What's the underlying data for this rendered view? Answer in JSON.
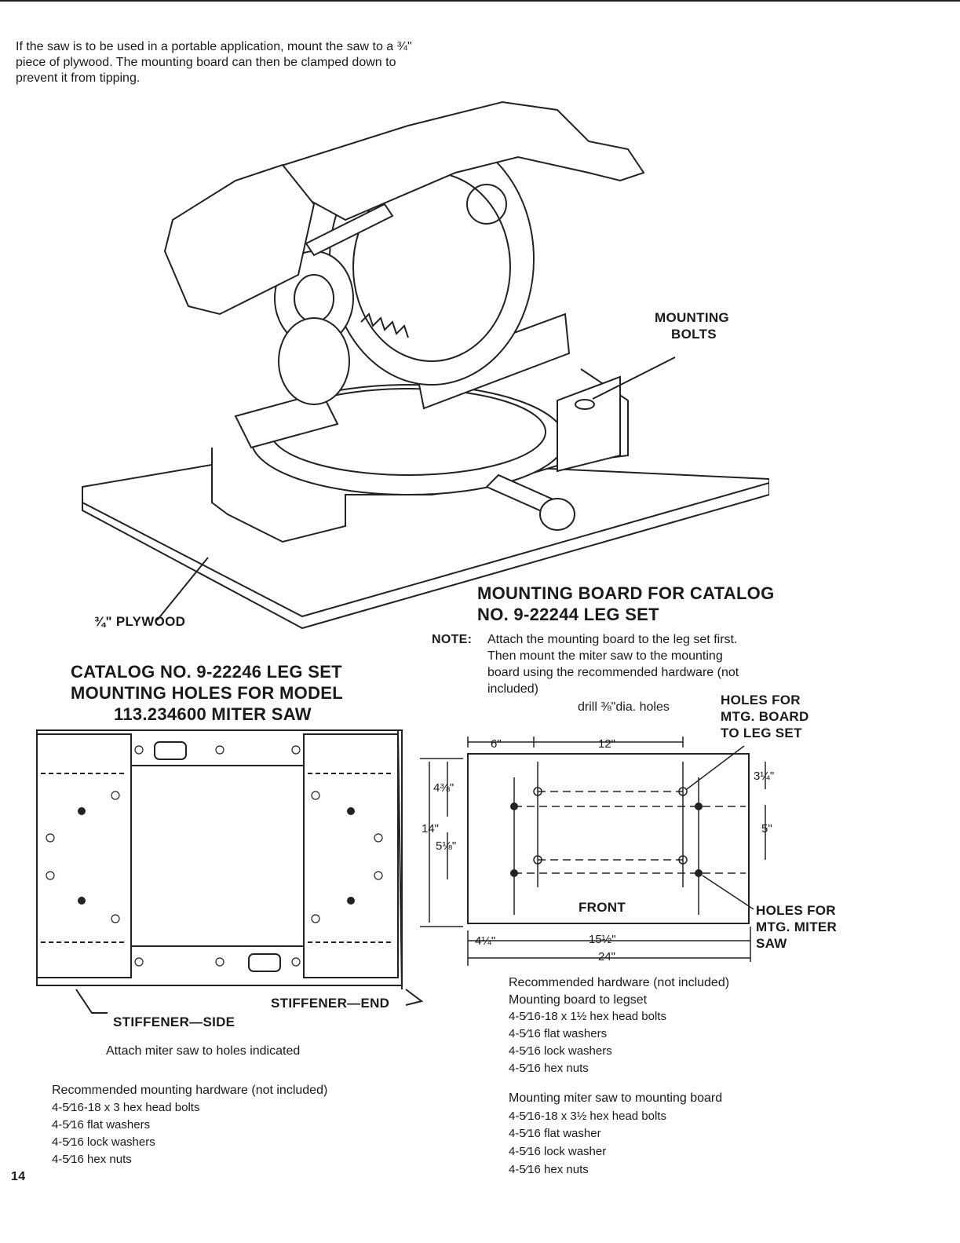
{
  "intro_text": "If the saw is to be used in a portable application, mount the saw to a ¾\" piece of plywood. The mounting board can then be clamped down to prevent it from tipping.",
  "callouts": {
    "mounting_bolts_line1": "MOUNTING",
    "mounting_bolts_line2": "BOLTS",
    "plywood": "¾\" PLYWOOD"
  },
  "left_section": {
    "title_line1": "CATALOG NO. 9-22246 LEG SET",
    "title_line2": "MOUNTING HOLES FOR MODEL",
    "title_line3": "113.234600 MITER SAW",
    "stiffener_end": "STIFFENER—END",
    "stiffener_side": "STIFFENER—SIDE",
    "attach_note": "Attach miter saw to holes indicated",
    "hardware_title": "Recommended mounting hardware (not included)",
    "hardware": [
      "4-5⁄16-18 x 3 hex head bolts",
      "4-5⁄16 flat washers",
      "4-5⁄16 lock washers",
      "4-5⁄16 hex nuts"
    ]
  },
  "right_section": {
    "title_line1": "MOUNTING BOARD FOR CATALOG",
    "title_line2": "NO. 9-22244 LEG SET",
    "note_label": "NOTE:",
    "note_line1": "Attach the mounting board to the leg set first.",
    "note_line2": "Then mount the miter saw to the mounting",
    "note_line3": "board using the recommended hardware (not",
    "note_line4": "included)",
    "drill_note": "drill ⅜\"dia. holes",
    "holes_board_line1": "HOLES FOR",
    "holes_board_line2": "MTG. BOARD",
    "holes_board_line3": "TO LEG SET",
    "holes_saw_line1": "HOLES FOR",
    "holes_saw_line2": "MTG. MITER",
    "holes_saw_line3": "SAW",
    "front_label": "FRONT",
    "dims": {
      "d6": "6\"",
      "d12": "12\"",
      "d4_3_8": "4⅜\"",
      "d14": "14\"",
      "d5_1_8": "5⅛\"",
      "d3_1_4": "3¼\"",
      "d5": "5\"",
      "d4_1_4": "4¼\"",
      "d15_1_2": "15½\"",
      "d24": "24\""
    },
    "hw1_title": "Recommended hardware (not included)",
    "hw1_sub": "Mounting board to legset",
    "hw1": [
      "4-5⁄16-18 x 1½ hex head bolts",
      "4-5⁄16 flat washers",
      "4-5⁄16 lock washers",
      "4-5⁄16 hex nuts"
    ],
    "hw2_title": "Mounting miter saw to mounting board",
    "hw2": [
      "4-5⁄16-18 x 3½ hex head bolts",
      "4-5⁄16 flat washer",
      "4-5⁄16 lock washer",
      "4-5⁄16 hex nuts"
    ]
  },
  "page_number": "14"
}
